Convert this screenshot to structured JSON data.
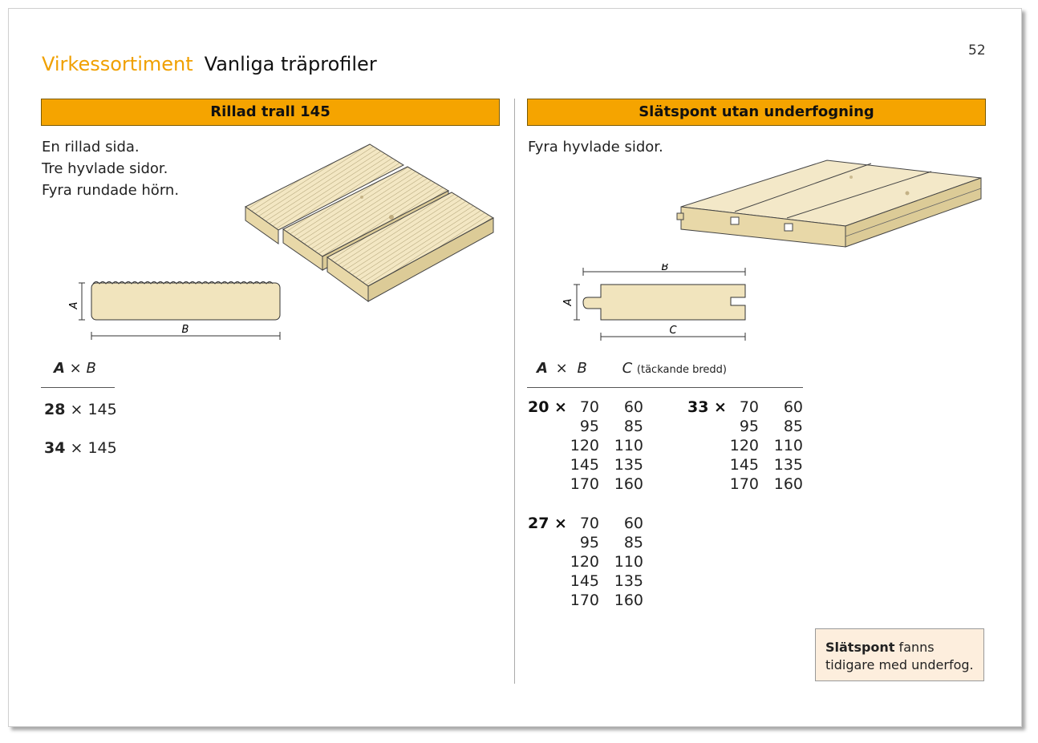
{
  "page_number": "52",
  "title": {
    "category": "Virkessortiment",
    "main": "Vanliga träprofiler"
  },
  "left": {
    "heading": "Rillad trall 145",
    "description": [
      "En rillad sida.",
      "Tre hyvlade sidor.",
      "Fyra rundade hörn."
    ],
    "diagram_labels": {
      "a": "A",
      "b": "B"
    },
    "table_header": {
      "a": "A",
      "x": "×",
      "b": "B"
    },
    "rows": [
      {
        "a": "28",
        "x": "×",
        "b": "145"
      },
      {
        "a": "34",
        "x": "×",
        "b": "145"
      }
    ]
  },
  "right": {
    "heading": "Slätspont utan underfogning",
    "description": [
      "Fyra hyvlade sidor."
    ],
    "diagram_labels": {
      "a": "A",
      "b": "B",
      "c": "C"
    },
    "table_header": {
      "a": "A",
      "x": "×",
      "b": "B",
      "c": "C",
      "c_note": "(täckande bredd)"
    },
    "groups": [
      {
        "a": "20 ×",
        "rows": [
          [
            "70",
            "60"
          ],
          [
            "95",
            "85"
          ],
          [
            "120",
            "110"
          ],
          [
            "145",
            "135"
          ],
          [
            "170",
            "160"
          ]
        ]
      },
      {
        "a": "33 ×",
        "rows": [
          [
            "70",
            "60"
          ],
          [
            "95",
            "85"
          ],
          [
            "120",
            "110"
          ],
          [
            "145",
            "135"
          ],
          [
            "170",
            "160"
          ]
        ]
      },
      {
        "a": "27 ×",
        "rows": [
          [
            "70",
            "60"
          ],
          [
            "95",
            "85"
          ],
          [
            "120",
            "110"
          ],
          [
            "145",
            "135"
          ],
          [
            "170",
            "160"
          ]
        ]
      }
    ],
    "note": {
      "bold": "Slätspont",
      "rest": " fanns tidigare med underfog."
    }
  },
  "colors": {
    "accent": "#f0a000",
    "bar": "#f5a400",
    "note_bg": "#fdeedd",
    "wood": "#f1e4bd"
  }
}
